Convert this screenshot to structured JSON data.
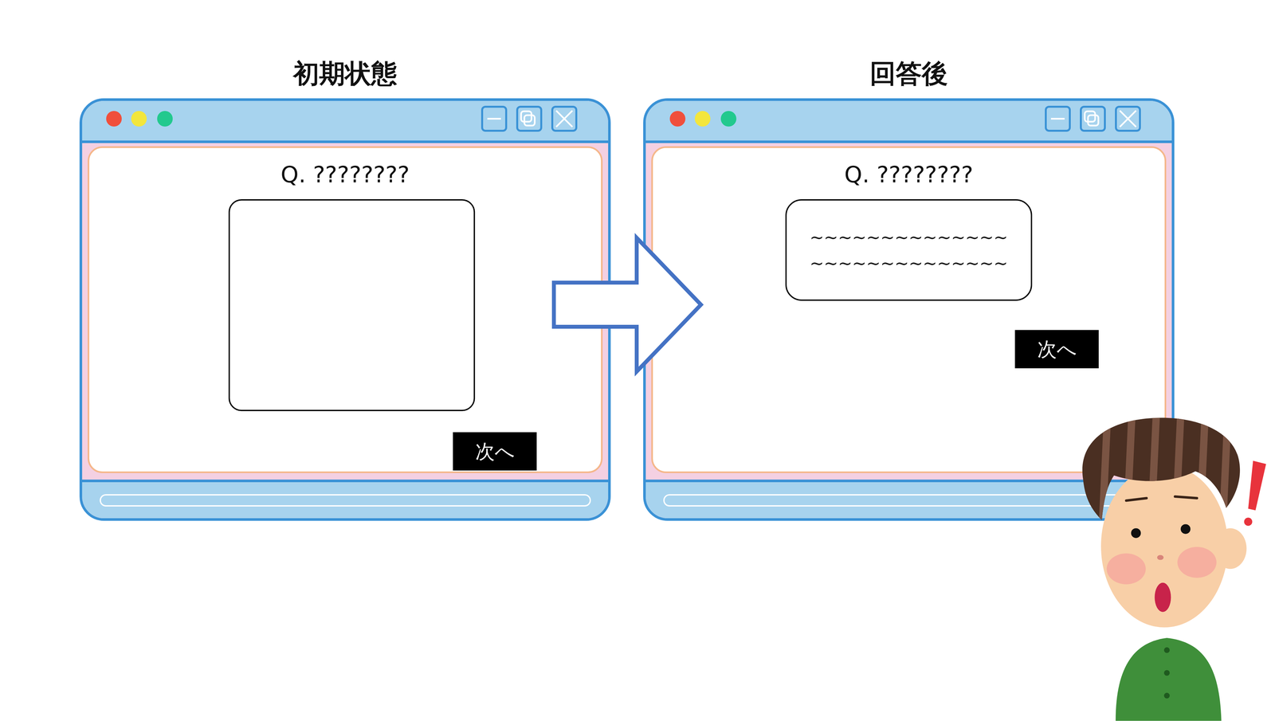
{
  "diagram": {
    "nodes": [
      {
        "text": [
          "初期状態",
          "Q. ????????"
        ]
      },
      {
        "text": [
          "次へ"
        ],
        "in": 0
      },
      {
        "text": [
          "回答後",
          "Q. ????????"
        ]
      },
      {
        "text": [
          "~~~~~~~~~~~~~~ ~~~~~~~~~~~~~~"
        ],
        "in": 2
      },
      {
        "text": [
          "次へ"
        ],
        "in": 2
      }
    ],
    "edges": [
      {
        "from": 0,
        "to": 2,
        "arrow": "to"
      }
    ]
  }
}
